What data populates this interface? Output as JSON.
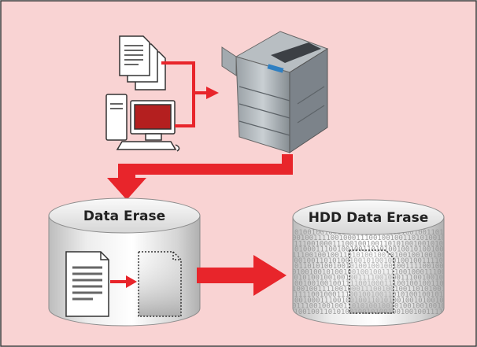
{
  "labels": {
    "data_erase": "Data Erase",
    "hdd_data_erase": "HDD Data Erase"
  },
  "colors": {
    "background": "#f9d3d3",
    "border": "#3a3a3a",
    "arrow": "#e8252b",
    "cylinder_face": "#e2e2e2",
    "binary_text": "#9a9a9a"
  },
  "icons": [
    "document-stack-icon",
    "computer-icon",
    "printer-icon",
    "arrow-icon",
    "document-icon",
    "deleted-document-icon",
    "cylinder-icon"
  ],
  "binary_pattern": "0100100100111100100011100100100110101001001010"
}
